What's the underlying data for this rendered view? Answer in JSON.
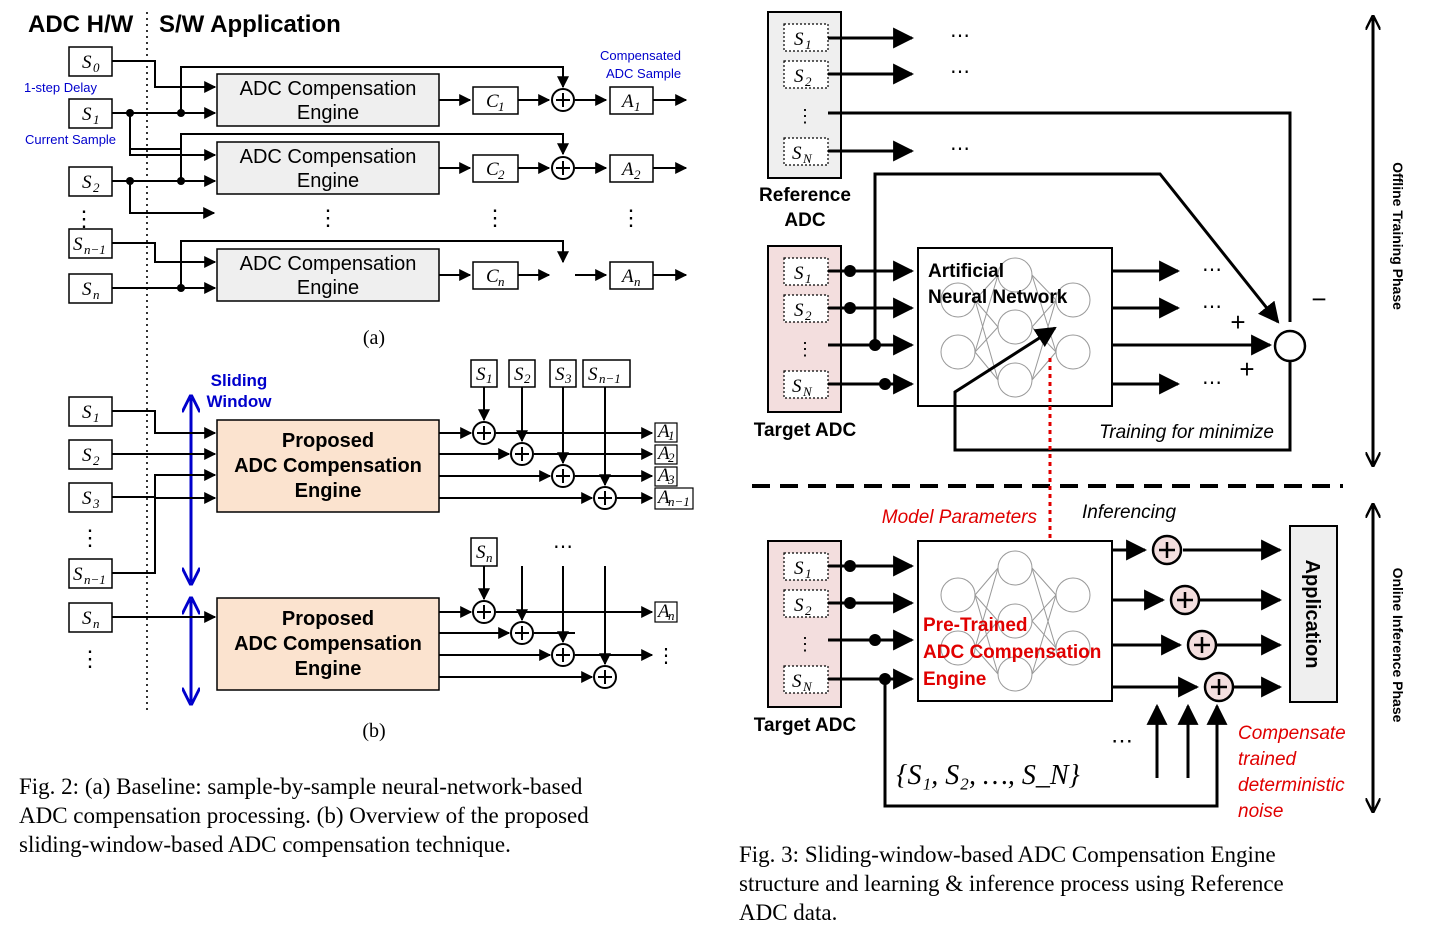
{
  "fig2": {
    "header_hw": "ADC H/W",
    "header_sw": "S/W Application",
    "label_one_step_delay": "1-step Delay",
    "label_current_sample": "Current Sample",
    "label_compensated": "Compensated",
    "label_adc_sample": "ADC Sample",
    "engine_line1": "ADC Compensation",
    "engine_line2": "Engine",
    "label_a": "(a)",
    "label_b": "(b)",
    "sliding": "Sliding",
    "window": "Window",
    "proposed_line1": "Proposed",
    "proposed_line2": "ADC Compensation",
    "proposed_line3": "Engine",
    "vdots": "⋮",
    "hdots": "⋯",
    "caption": [
      "Fig. 2: (a) Baseline: sample-by-sample neural-network-based",
      "ADC compensation processing. (b) Overview of the proposed",
      "sliding-window-based ADC compensation technique."
    ]
  },
  "fig3": {
    "reference_adc_line1": "Reference",
    "reference_adc_line2": "ADC",
    "target_adc": "Target ADC",
    "target_adc_2": "Target ADC",
    "ann_line1": "Artificial",
    "ann_line2": "Neural Network",
    "training_for_minimize": "Training for minimize",
    "plus": "+",
    "minus": "−",
    "offline_phase": "Offline Training Phase",
    "online_phase": "Online Inference Phase",
    "model_parameters": "Model Parameters",
    "inferencing": "Inferencing",
    "pretrained_line1": "Pre-Trained",
    "pretrained_line2": "ADC Compensation",
    "pretrained_line3": "Engine",
    "application": "Application",
    "sample_set": "{S₁, S₂, …, S_N}",
    "compensate_line1": "Compensate",
    "compensate_line2": "trained",
    "compensate_line3": "deterministic",
    "compensate_line4": "noise",
    "dots": "⋯",
    "caption": [
      "Fig. 3: Sliding-window-based ADC Compensation Engine",
      "structure and learning & inference process using Reference",
      "ADC data."
    ]
  },
  "colors": {
    "engine_gray": "#efefef",
    "proposed_peach": "#fbe3cf",
    "adc_pink": "#f3dede",
    "blue": "#0000cc",
    "red": "#e00000"
  }
}
